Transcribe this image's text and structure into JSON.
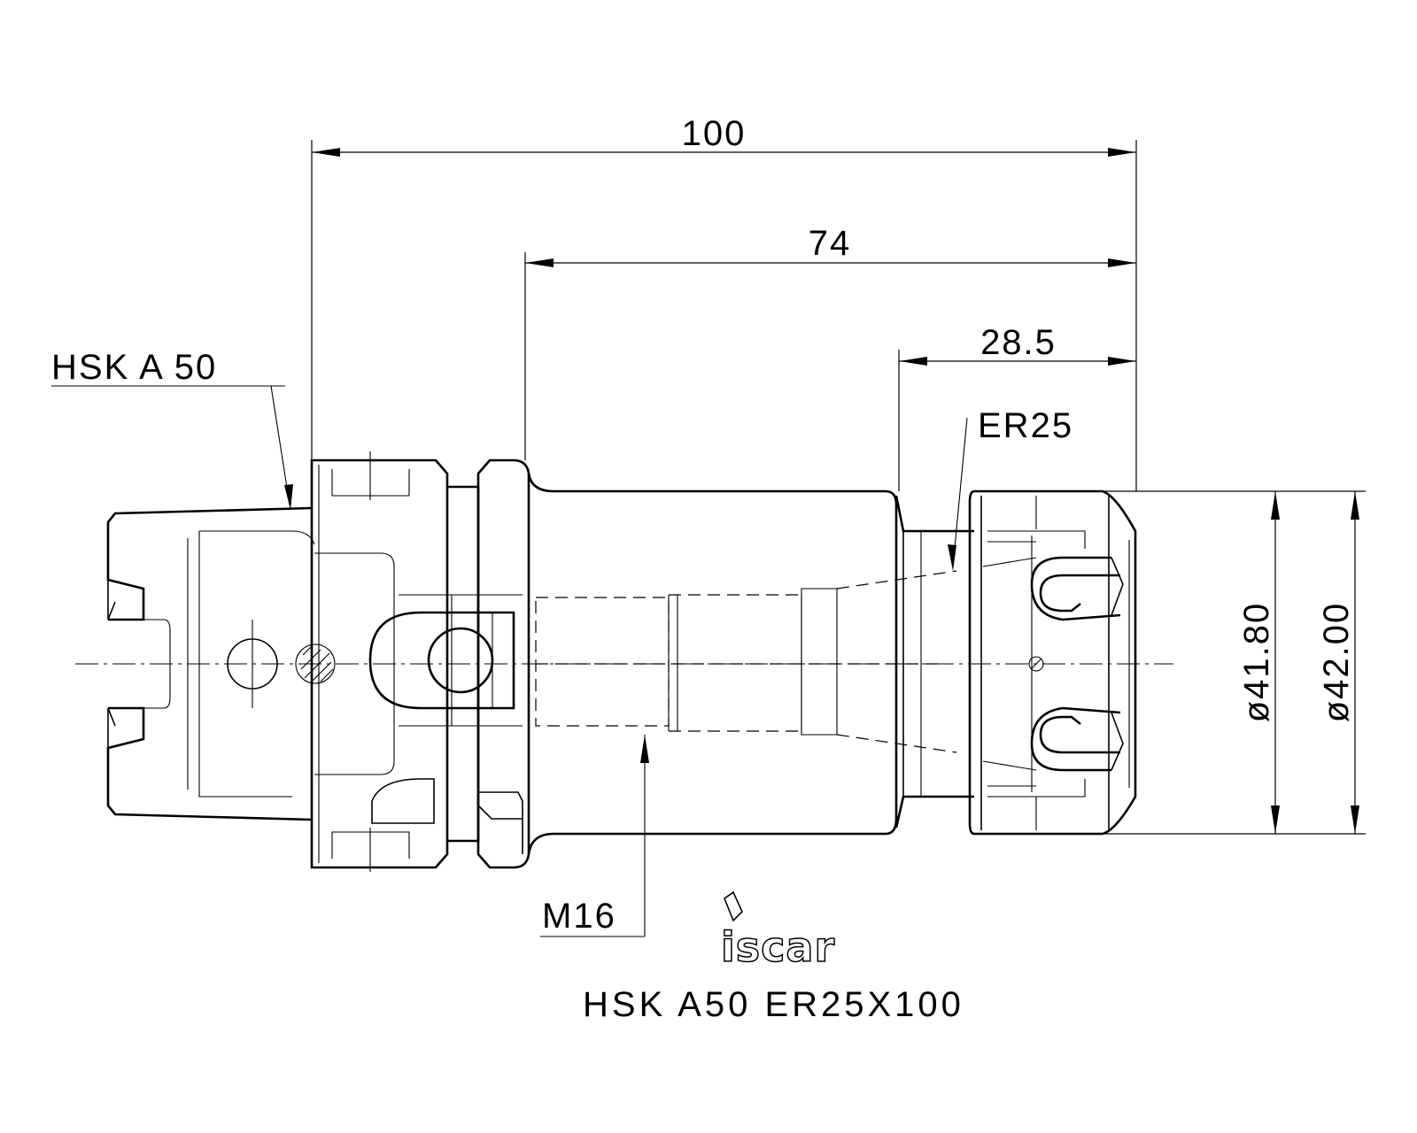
{
  "dimensions": {
    "overall_length": "100",
    "gauge_to_nose": "74",
    "nose_length": "28.5",
    "nut_diameter_1": "ø41.80",
    "nut_diameter_2": "ø42.00"
  },
  "callouts": {
    "shank": "HSK A 50",
    "collet": "ER25",
    "thread": "M16"
  },
  "branding": {
    "logo": "iscar"
  },
  "part_number": "HSK A50 ER25X100"
}
